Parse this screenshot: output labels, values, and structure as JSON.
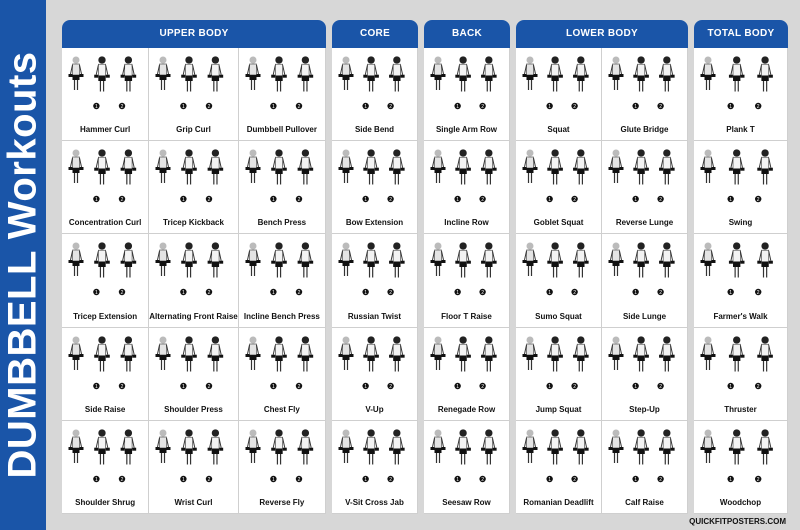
{
  "poster": {
    "title": "DUMBBELL Workouts",
    "footer": "QUICKFITPOSTERS.COM"
  },
  "columns": [
    {
      "header": "UPPER BODY",
      "exercises": [
        [
          "Hammer Curl",
          "Grip Curl",
          "Dumbbell Pullover"
        ],
        [
          "Concentration Curl",
          "Tricep Kickback",
          "Bench Press"
        ],
        [
          "Tricep Extension",
          "Alternating Front Raise",
          "Incline Bench Press"
        ],
        [
          "Side Raise",
          "Shoulder Press",
          "Chest Fly"
        ],
        [
          "Shoulder Shrug",
          "Wrist Curl",
          "Reverse Fly"
        ]
      ]
    },
    {
      "header": "CORE",
      "exercises": [
        [
          "Side Bend"
        ],
        [
          "Bow Extension"
        ],
        [
          "Russian Twist"
        ],
        [
          "V-Up"
        ],
        [
          "V-Sit Cross Jab"
        ]
      ]
    },
    {
      "header": "BACK",
      "exercises": [
        [
          "Single Arm Row"
        ],
        [
          "Incline Row"
        ],
        [
          "Floor T Raise"
        ],
        [
          "Renegade Row"
        ],
        [
          "Seesaw Row"
        ]
      ]
    },
    {
      "header": "LOWER BODY",
      "exercises": [
        [
          "Squat",
          "Glute Bridge"
        ],
        [
          "Goblet Squat",
          "Reverse Lunge"
        ],
        [
          "Sumo Squat",
          "Side Lunge"
        ],
        [
          "Jump Squat",
          "Step-Up"
        ],
        [
          "Romanian Deadlift",
          "Calf Raise"
        ]
      ]
    },
    {
      "header": "TOTAL BODY",
      "exercises": [
        [
          "Plank T"
        ],
        [
          "Swing"
        ],
        [
          "Farmer's Walk"
        ],
        [
          "Thruster"
        ],
        [
          "Woodchop"
        ]
      ]
    }
  ]
}
